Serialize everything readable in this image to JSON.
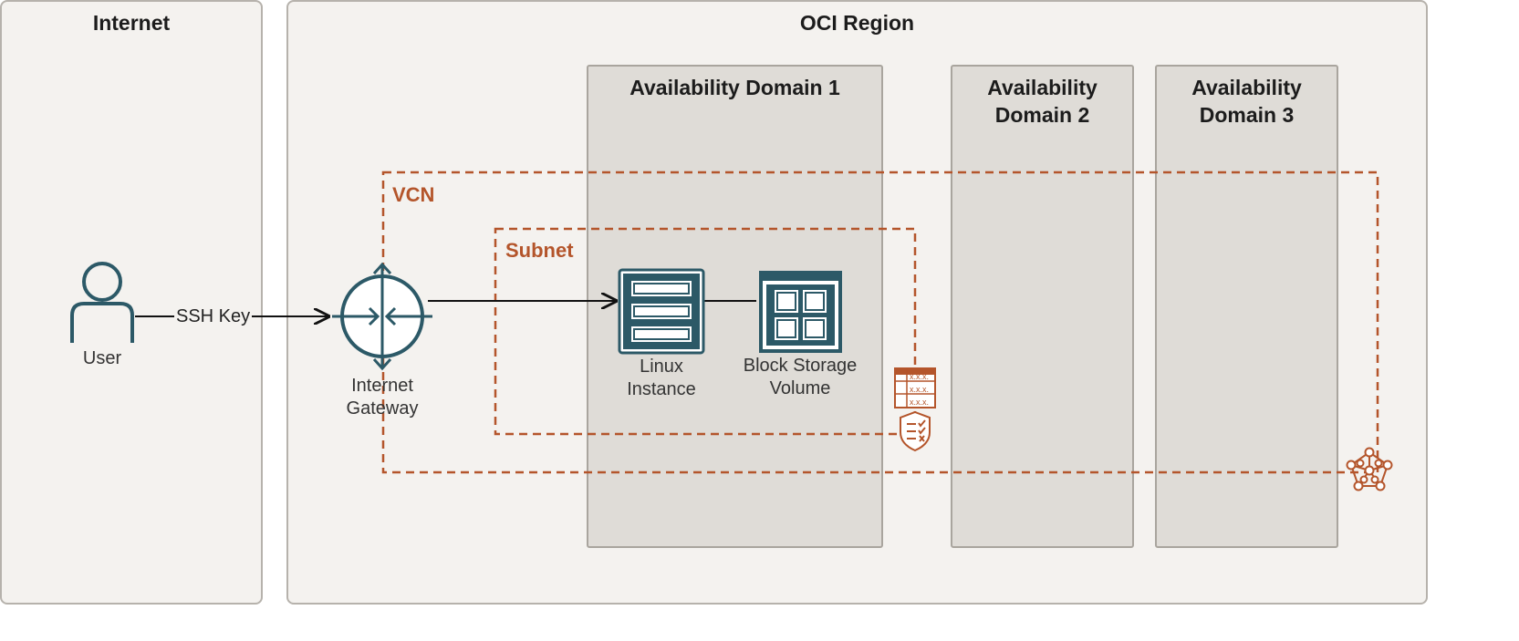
{
  "internet": {
    "title": "Internet"
  },
  "region": {
    "title": "OCI Region"
  },
  "availability_domains": [
    {
      "title": "Availability Domain 1"
    },
    {
      "title": "Availability\nDomain 2"
    },
    {
      "title": "Availability\nDomain 3"
    }
  ],
  "vcn": {
    "label": "VCN"
  },
  "subnet": {
    "label": "Subnet"
  },
  "nodes": {
    "user": "User",
    "ssh_key": "SSH Key",
    "internet_gateway": "Internet\nGateway",
    "linux_instance": "Linux\nInstance",
    "block_storage": "Block Storage\nVolume"
  },
  "colors": {
    "teal": "#2c5967",
    "orange": "#b4552b",
    "panel": "#f4f2ef",
    "ad": "#dfdcd7"
  }
}
